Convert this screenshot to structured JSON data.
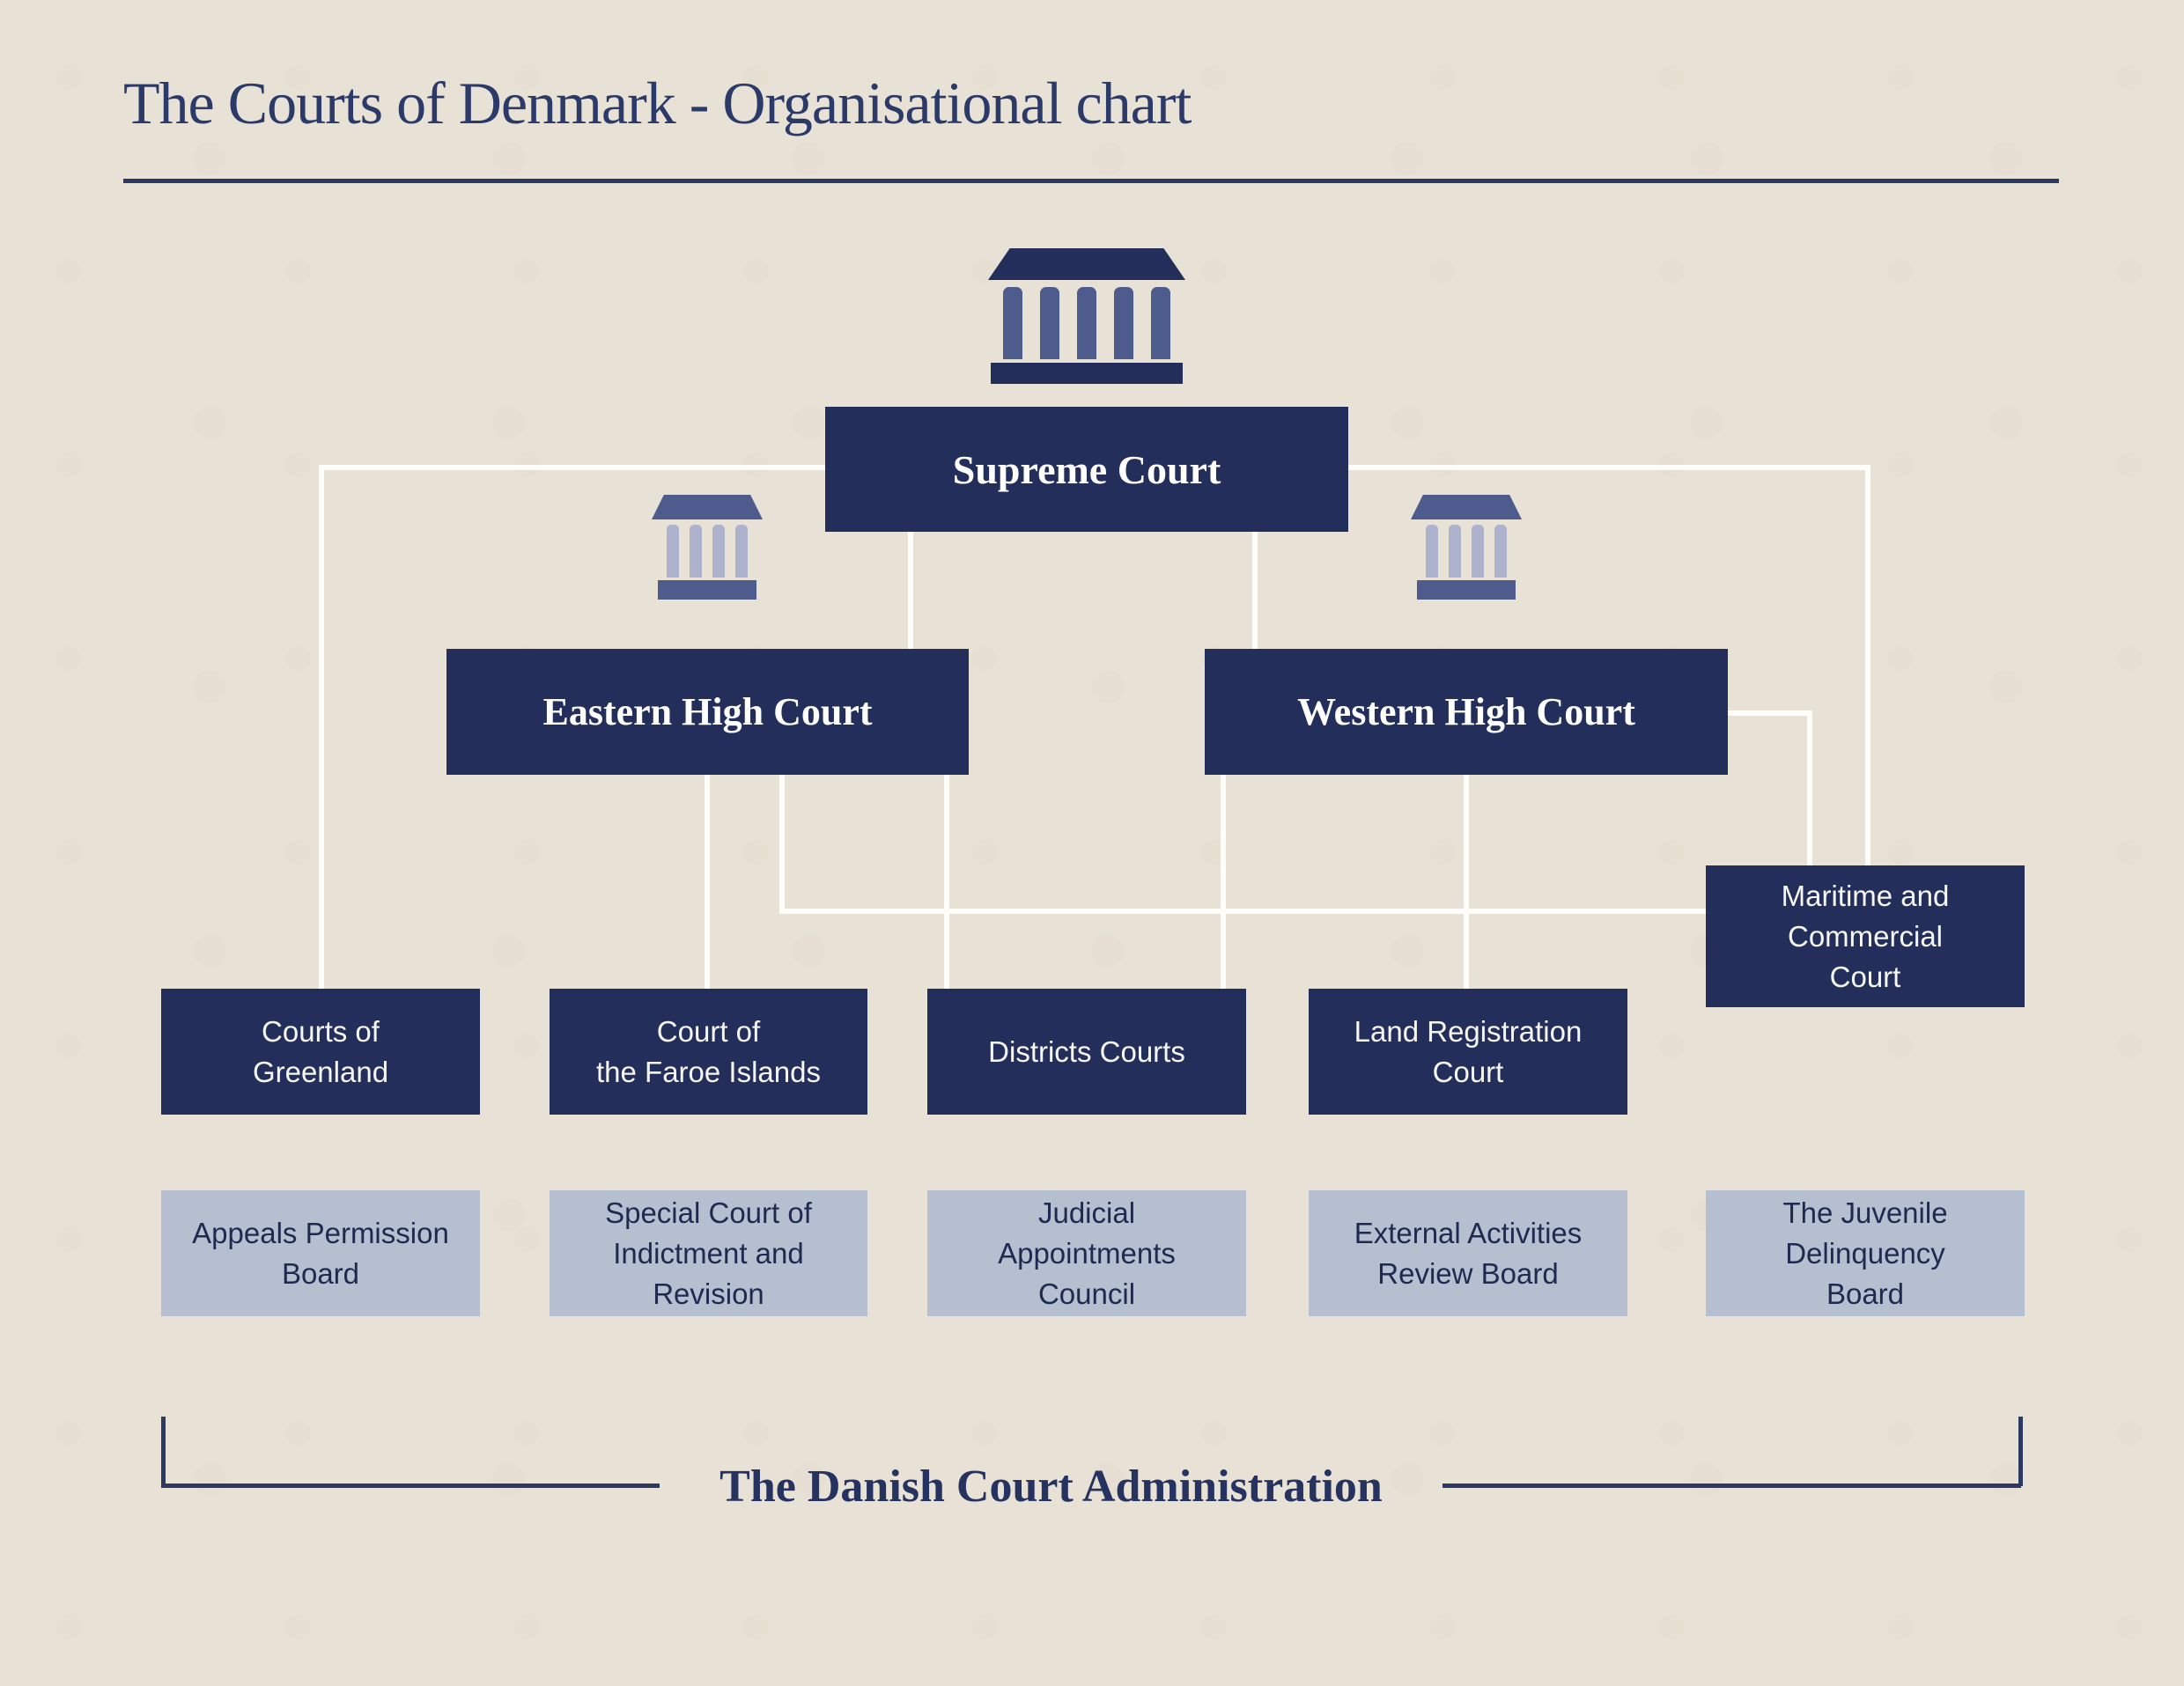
{
  "title": "The Courts of Denmark - Organisational chart",
  "colors": {
    "background": "#e8e1d5",
    "navy_box": "#232e5b",
    "light_box": "#b5bfcf",
    "slate_icon": "#4e5b8d",
    "lavender_icon": "#adb2cd",
    "connector_line": "#fdfdfa",
    "bracket_line": "#2b3963",
    "title_text": "#2c3a69"
  },
  "org": {
    "supreme": {
      "label": "Supreme Court"
    },
    "eastern": {
      "label": "Eastern High Court"
    },
    "western": {
      "label": "Western High Court"
    },
    "maritime": {
      "lines": [
        "Maritime and",
        "Commercial",
        "Court"
      ]
    },
    "row1": [
      {
        "id": "greenland",
        "lines": [
          "Courts of",
          "Greenland"
        ]
      },
      {
        "id": "faroe",
        "lines": [
          "Court of",
          "the Faroe Islands"
        ]
      },
      {
        "id": "districts",
        "lines": [
          "Districts Courts"
        ]
      },
      {
        "id": "landreg",
        "lines": [
          "Land Registration",
          "Court"
        ]
      }
    ],
    "row2": [
      {
        "id": "appeals",
        "lines": [
          "Appeals Permission",
          "Board"
        ]
      },
      {
        "id": "special",
        "lines": [
          "Special Court of",
          "Indictment and",
          "Revision"
        ]
      },
      {
        "id": "judicial",
        "lines": [
          "Judicial",
          "Appointments",
          "Council"
        ]
      },
      {
        "id": "external",
        "lines": [
          "External Activities",
          "Review Board"
        ]
      },
      {
        "id": "juvenile",
        "lines": [
          "The Juvenile",
          "Delinquency",
          "Board"
        ]
      }
    ]
  },
  "footer": {
    "label": "The Danish Court Administration"
  }
}
